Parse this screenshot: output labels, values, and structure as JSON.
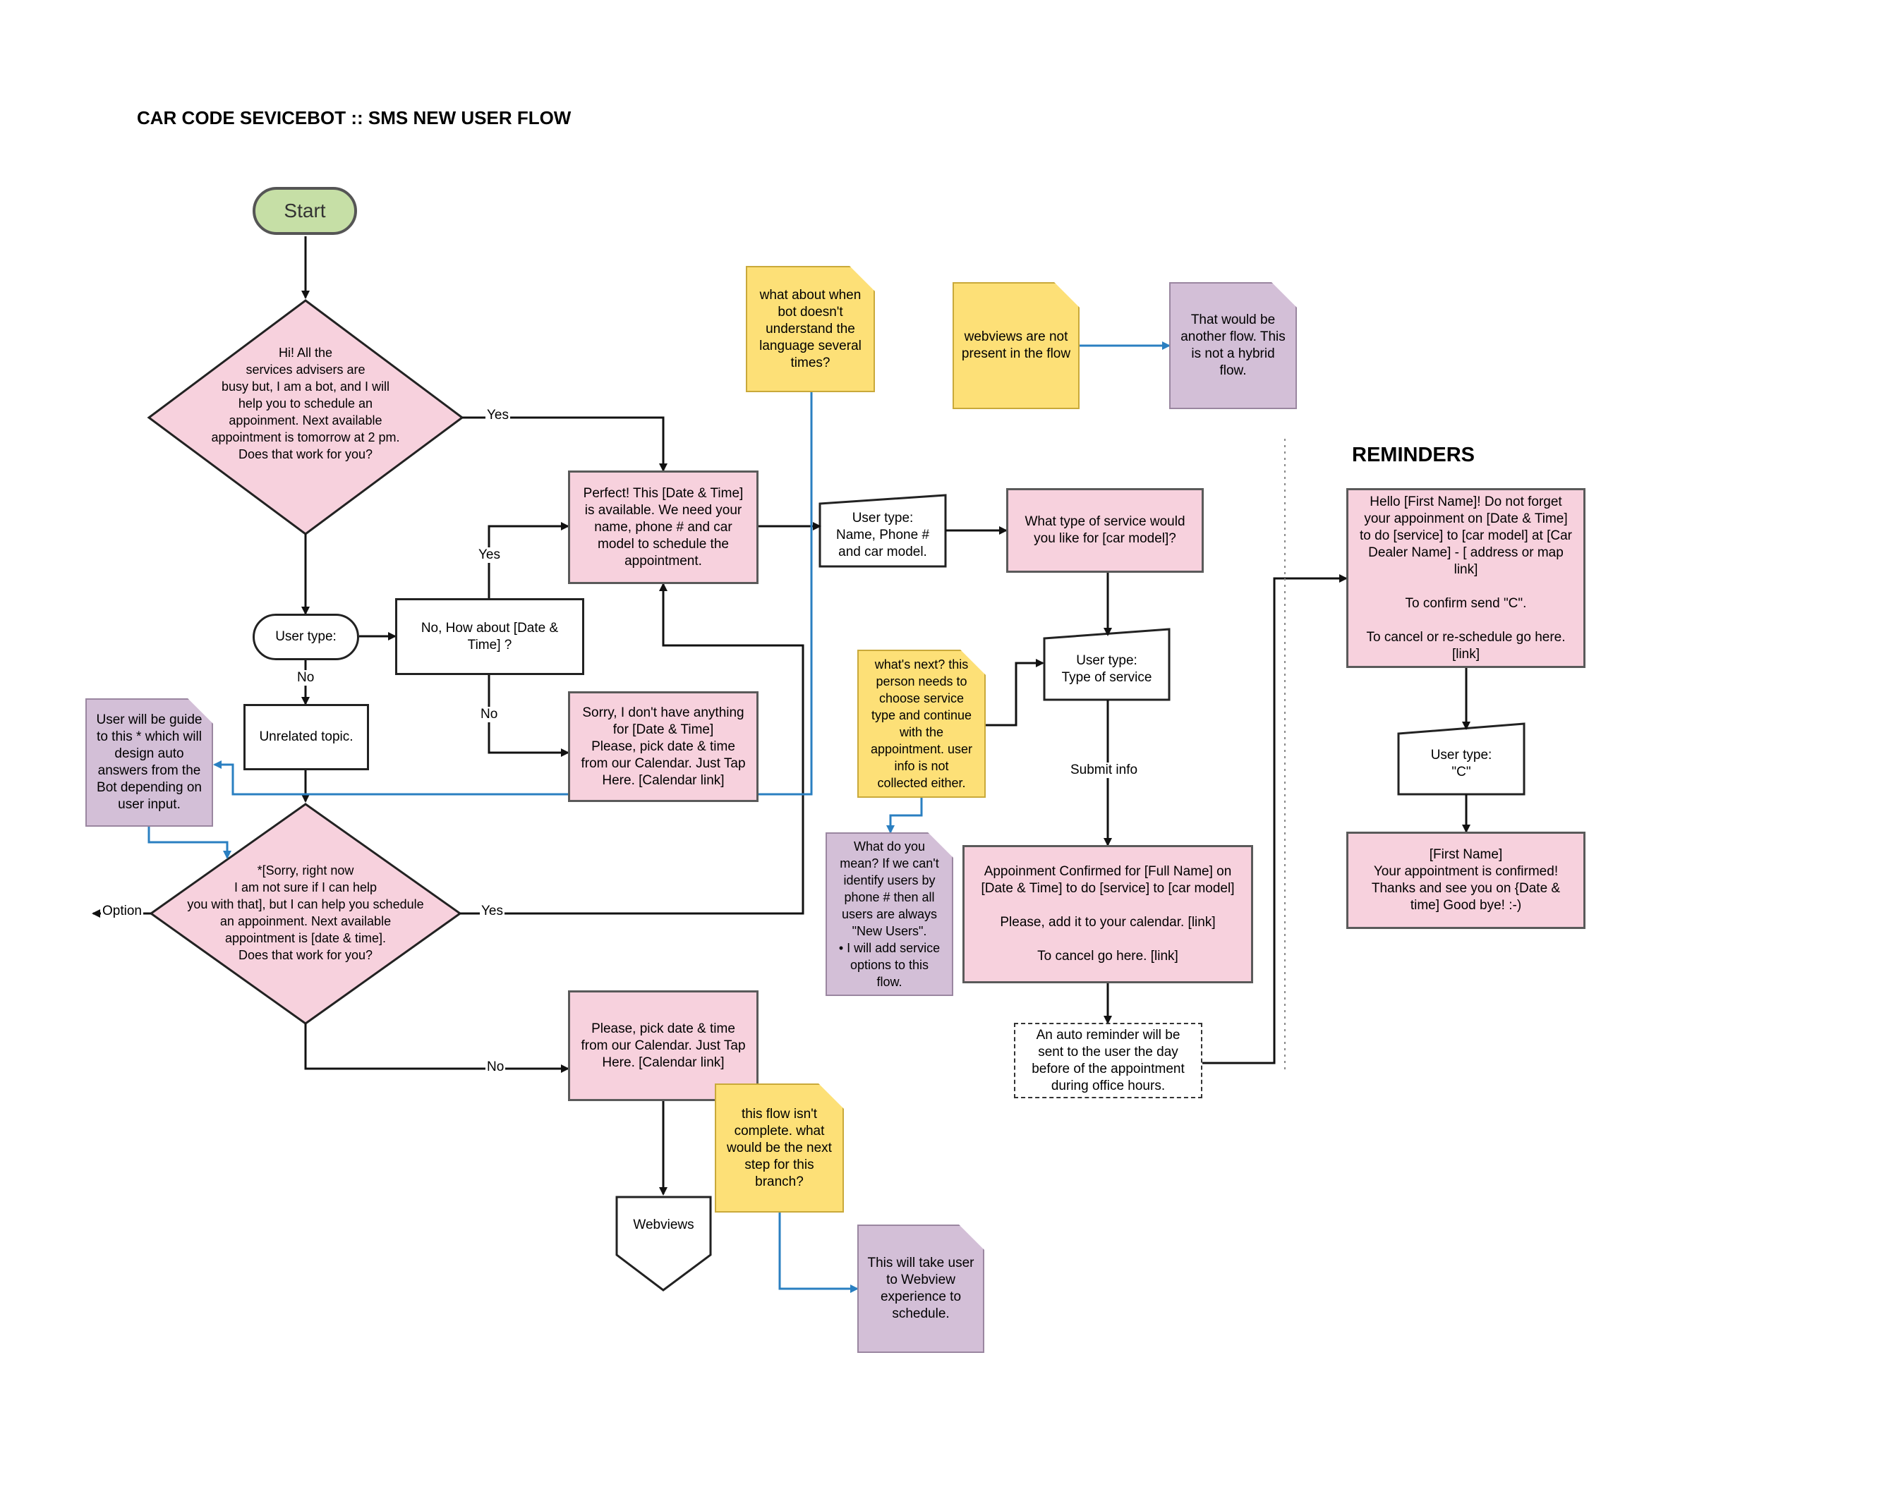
{
  "title": "CAR CODE SEVICEBOT :: SMS NEW USER FLOW",
  "reminders_title": "REMINDERS",
  "nodes": {
    "start": "Start",
    "decision1": "Hi! All the\nservices advisers are\nbusy but, I am a bot, and I will\nhelp you to schedule an\nappoinment. Next available\nappointment is tomorrow at 2 pm.\nDoes that work for you?",
    "perfect": "Perfect! This [Date & Time]\nis available. We need your\nname, phone # and car\nmodel to schedule the\nappointment.",
    "user_type_name": "User type:\nName, Phone #\nand car model.",
    "service_question": "What type of service would\nyou like for [car model]?",
    "user_type_1": "User type:",
    "no_how_about": "No, How about [Date &\nTime] ?",
    "sorry_no_slot": "Sorry, I don't have anything\nfor [Date & Time]\nPlease, pick date & time\nfrom our Calendar. Just Tap\nHere. [Calendar link]",
    "unrelated": "Unrelated topic.",
    "decision2": "*[Sorry, right now\nI am not sure if I can help\nyou with that], but I can help you schedule\nan appoinment. Next available\nappointment is [date & time].\nDoes that work for you?",
    "pick_date": "Please, pick date & time\nfrom our Calendar. Just Tap\nHere. [Calendar link]",
    "webviews": "Webviews",
    "user_type_service": "User type:\nType of service",
    "confirmed": "Appoinment Confirmed for [Full Name] on\n[Date & Time] to do [service] to [car model]\n\nPlease, add it  to your calendar. [link]\n\nTo cancel go here. [link]",
    "auto_reminder": "An auto reminder will be\nsent to the user the day\nbefore of the appointment\nduring office hours.",
    "reminder_msg": "Hello [First Name]! Do not forget\nyour appoinment on [Date & Time]\nto do [service] to [car model] at [Car\nDealer Name] - [ address or map\nlink]\n\nTo confirm send \"C\".\n\nTo cancel or re-schedule go here.\n[link]",
    "user_type_c": "User type:\n\"C\"",
    "final_confirm": "[First Name]\nYour appointment is confirmed!\nThanks and see you on {Date &\ntime] Good bye! :-)"
  },
  "notes": {
    "language": "what about when\nbot doesn't\nunderstand the\nlanguage several\ntimes?",
    "webviews_note": "webviews are not\npresent in the flow",
    "hybrid": "That would be\nanother flow. This\nis not a hybrid\nflow.",
    "guide": "User will be guide\nto this * which will\ndesign auto\nanswers from the\nBot depending on\nuser input.",
    "whats_next": "what's next? this\nperson needs to\nchoose service\ntype and continue\nwith the\nappointment. user\ninfo is not\ncollected either.",
    "what_mean": "What do you\nmean? If we can't\nidentify users by\nphone # then all\nusers are always\n\"New Users\".\n• I will add service\noptions to this\nflow.",
    "incomplete": "this flow isn't\ncomplete. what\nwould be the next\nstep for this\nbranch?",
    "webview_exp": "This will take user\nto Webview\nexperience to\nschedule."
  },
  "labels": {
    "yes1": "Yes",
    "yes2": "Yes",
    "yes3": "Yes",
    "no1": "No",
    "no2": "No",
    "no3": "No",
    "option": "Option",
    "submit": "Submit info"
  },
  "colors": {
    "pink": "#f7d1dd",
    "yellow_note": "#fde077",
    "purple_note": "#d3bfd7",
    "start_green": "#c6dfa6",
    "comment_line": "#2a7fc1"
  }
}
